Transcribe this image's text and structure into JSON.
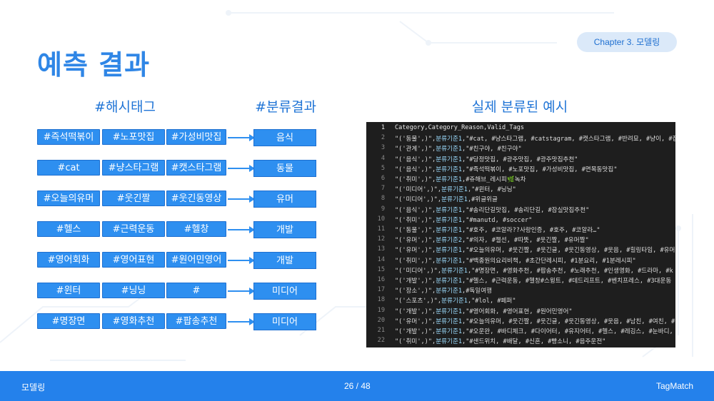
{
  "header": {
    "chapter": "Chapter 3. 모델링",
    "title": "예측 결과"
  },
  "left": {
    "hashtag_header": "#해시태그",
    "result_header": "#분류결과",
    "rows": [
      {
        "tags": [
          "#즉석떡볶이",
          "#노포맛집",
          "#가성비맛집"
        ],
        "result": "음식"
      },
      {
        "tags": [
          "#cat",
          "#냥스타그램",
          "#캣스타그램"
        ],
        "result": "동물"
      },
      {
        "tags": [
          "#오늘의유머",
          "#웃긴짤",
          "#웃긴동영상"
        ],
        "result": "유머"
      },
      {
        "tags": [
          "#헬스",
          "#근력운동",
          "#헬창"
        ],
        "result": "개발"
      },
      {
        "tags": [
          "#영어회화",
          "#영어표현",
          "#원어민영어"
        ],
        "result": "개발"
      },
      {
        "tags": [
          "#윈터",
          "#닝닝",
          "#"
        ],
        "result": "미디어"
      },
      {
        "tags": [
          "#명장면",
          "#영화추천",
          "#팝송추천"
        ],
        "result": "미디어"
      }
    ]
  },
  "right": {
    "header": "실제 분류된 예시",
    "lines": [
      {
        "n": "1",
        "a": "Category,Category_Reason,Valid_Tags",
        "b": "",
        "c": ""
      },
      {
        "n": "2",
        "a": "\"('동물',)\",",
        "b": "분류기준1",
        "c": ",\"#cat, #냥스타그램, #catstagram, #캣스타그램, #반려묘, #냥이, #집사"
      },
      {
        "n": "3",
        "a": "\"('관계',)\",",
        "b": "분류기준1",
        "c": ",\"#친구야, #친구야\""
      },
      {
        "n": "4",
        "a": "\"('음식',)\",",
        "b": "분류기준1",
        "c": ",\"#당정맛집, #광주맛집, #광주맛집추천\""
      },
      {
        "n": "5",
        "a": "\"('음식',)\",",
        "b": "분류기준1",
        "c": ",\"#즉석떡볶이, #노포맛집, #가성비맛집, #면목동맛집\""
      },
      {
        "n": "6",
        "a": "\"('취미',)\",",
        "b": "분류기준1",
        "c": ",#쥬해브_레시피🌿녹차"
      },
      {
        "n": "7",
        "a": "\"('미디어',)\",",
        "b": "분류기준1",
        "c": ",\"#윈터, #닝닝\""
      },
      {
        "n": "8",
        "a": "\"('미디어',)\",",
        "b": "분류기준1",
        "c": ",#위글위글"
      },
      {
        "n": "9",
        "a": "\"('음식',)\",",
        "b": "분류기준1",
        "c": ",\"#송리단길맛집, #송리단길, #잠실맛집추천\""
      },
      {
        "n": "10",
        "a": "\"('취미',)\",",
        "b": "분류기준1",
        "c": ",\"#manutd, #soccer\""
      },
      {
        "n": "11",
        "a": "\"('동물',)\",",
        "b": "분류기준1",
        "c": ",\"#호주, #코알라??사랑인증, #호주, #코알라…\""
      },
      {
        "n": "12",
        "a": "\"('유머',)\",",
        "b": "분류기준2",
        "c": ",\"#의자, #젤선, #따뜻, #웃긴짤, #유머짤\""
      },
      {
        "n": "13",
        "a": "\"('유머',)\",",
        "b": "분류기준1",
        "c": ",\"#오늘의유머, #웃긴짤, #웃긴글, #웃긴동영상, #웃음, #힐링타임, #유머"
      },
      {
        "n": "14",
        "a": "\"('취미',)\",",
        "b": "분류기준1",
        "c": ",\"#백종원의요리비책, #초간단레시피, #1분요리, #1분레시피\""
      },
      {
        "n": "15",
        "a": "\"('미디어',)\",",
        "b": "분류기준1",
        "c": ",\"#명장면, #영화추천, #팝송추천, #노래추천, #인생영화, #드라마, #k"
      },
      {
        "n": "16",
        "a": "\"('개발',)\",",
        "b": "분류기준1",
        "c": ",\"#헬스, #근력운동, #헬창#스윙트, #데드리프트, #벤치프레스, #3대운동"
      },
      {
        "n": "17",
        "a": "\"('장소',)\",",
        "b": "분류기준1",
        "c": ",#독일여행"
      },
      {
        "n": "18",
        "a": "\"('스포츠',)\",",
        "b": "분류기준1",
        "c": ",\"#lol, #페퍼\""
      },
      {
        "n": "19",
        "a": "\"('개발',)\",",
        "b": "분류기준1",
        "c": ",\"#영어회화, #영어표현, #원어민영어\""
      },
      {
        "n": "20",
        "a": "\"('유머',)\",",
        "b": "분류기준1",
        "c": ",\"#오늘의유머, #웃긴짤, #웃긴글, #웃긴동영상, #웃음, #남친, #여친, #"
      },
      {
        "n": "21",
        "a": "\"('개발',)\",",
        "b": "분류기준1",
        "c": ",\"#오운완, #바디체크, #다이어터, #유지어터, #헬스, #레깅스, #눈바디,"
      },
      {
        "n": "22",
        "a": "\"('취미',)\",",
        "b": "분류기준1",
        "c": ",\"#샌드위치, #배달, #신혼, #빵소니, #음주운전\""
      }
    ]
  },
  "footer": {
    "left": "모델링",
    "center": "26 / 48",
    "right": "TagMatch"
  },
  "colors": {
    "accent": "#2e8ff0",
    "title": "#2f86e6",
    "footer": "#2481eb",
    "code_bg": "#1e1e1e"
  }
}
